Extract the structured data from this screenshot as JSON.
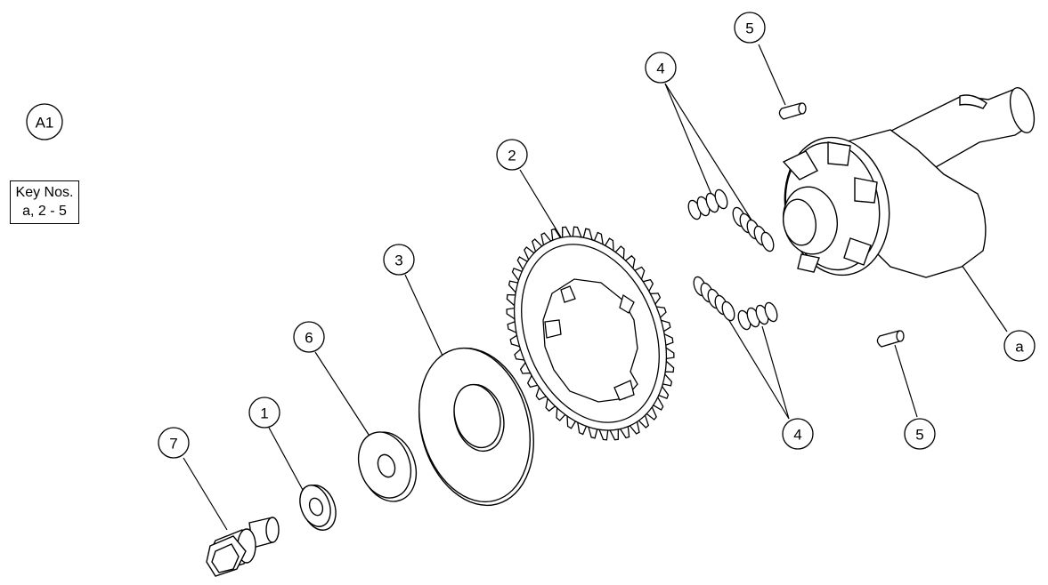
{
  "assembly_label": "A1",
  "key_box": {
    "line1": "Key Nos.",
    "line2": "a, 2 - 5"
  },
  "callouts": {
    "c1": "1",
    "c2": "2",
    "c3": "3",
    "c4a": "4",
    "c4b": "4",
    "c5a": "5",
    "c5b": "5",
    "c6": "6",
    "c7": "7",
    "ca": "a"
  },
  "parts": [
    {
      "key": "1",
      "name": "washer-small"
    },
    {
      "key": "2",
      "name": "gear"
    },
    {
      "key": "3",
      "name": "thrust-washer-large"
    },
    {
      "key": "4",
      "name": "springs"
    },
    {
      "key": "5",
      "name": "pins"
    },
    {
      "key": "6",
      "name": "washer-medium"
    },
    {
      "key": "7",
      "name": "flange-bolt"
    },
    {
      "key": "a",
      "name": "housing"
    }
  ]
}
